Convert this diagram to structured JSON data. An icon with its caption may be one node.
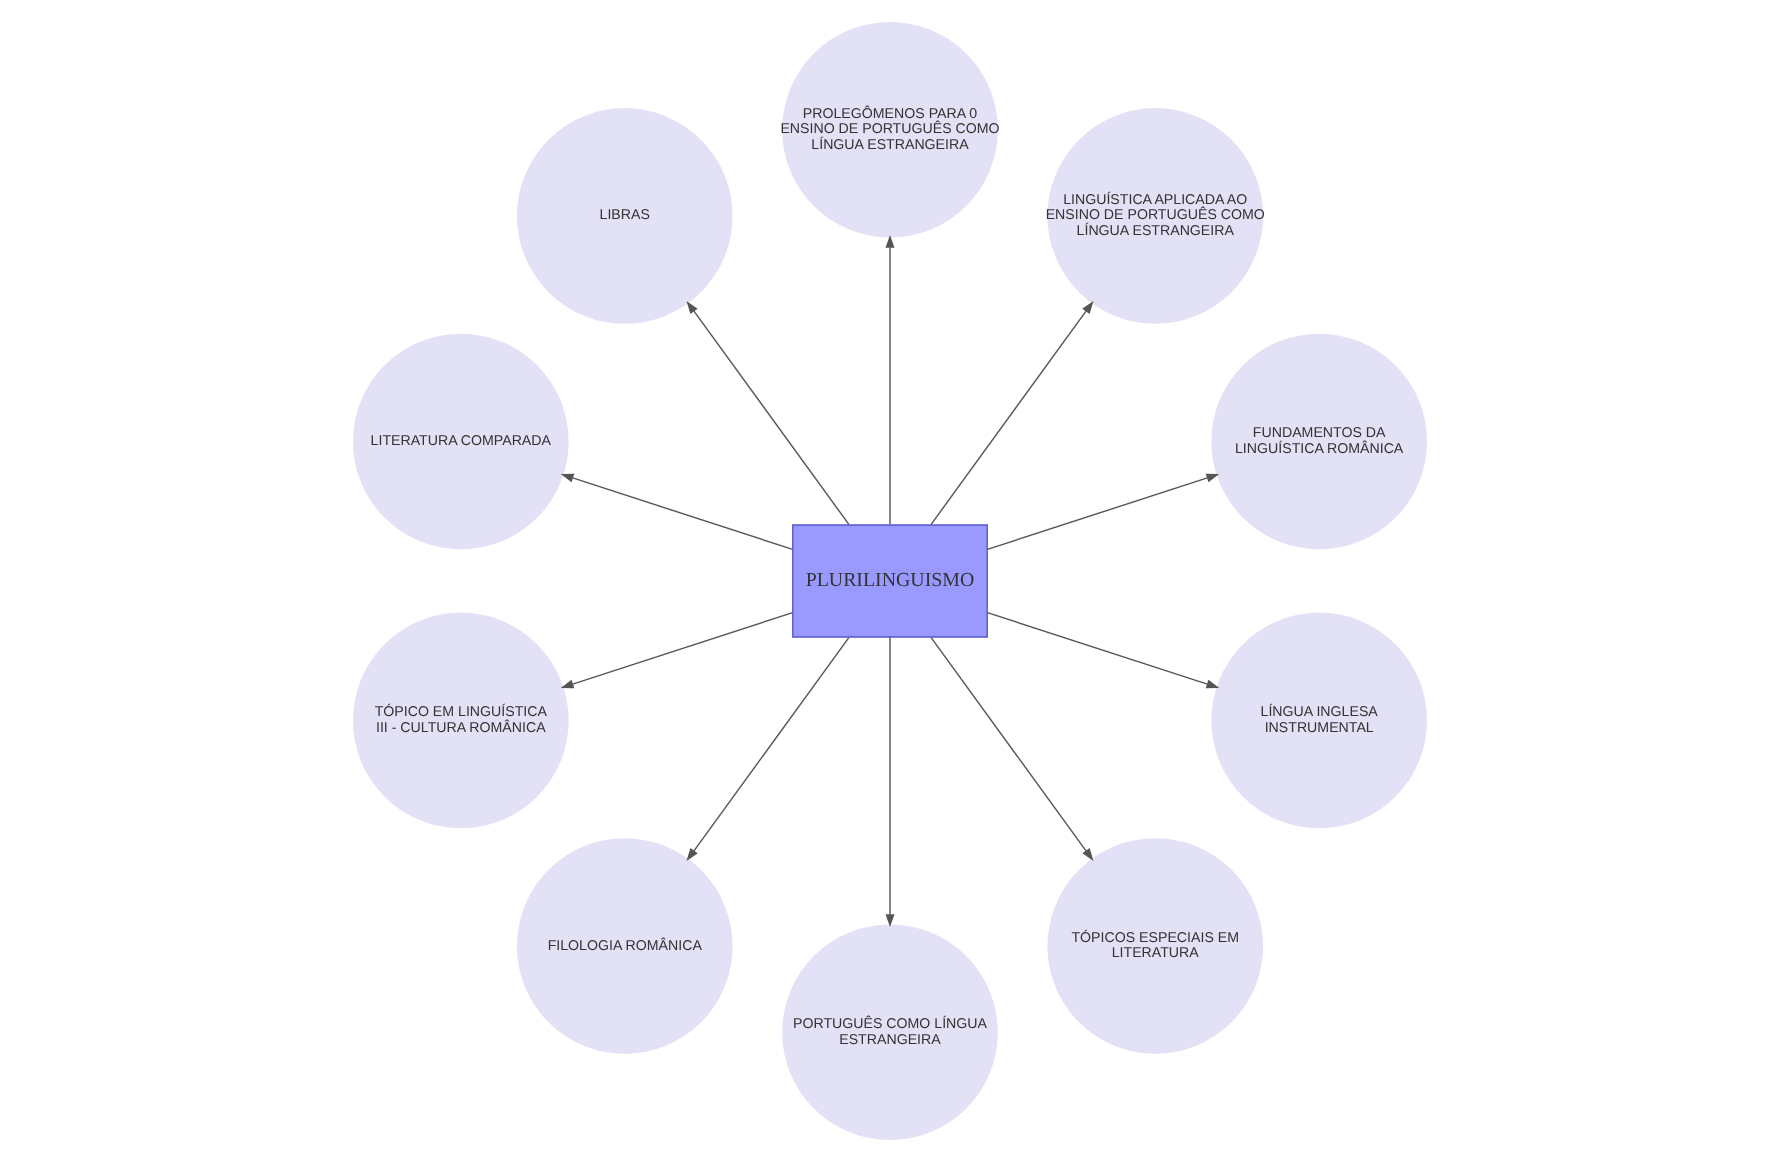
{
  "diagram": {
    "nodes": [
      {
        "text": [
          "PLURILINGUISMO"
        ]
      },
      {
        "text": [
          "FUNDAMENTOS DA LINGUÍSTICA ROMÂNICA"
        ]
      },
      {
        "text": [
          "LINGUÍSTICA APLICADA AO ENSINO DE PORTUGUÊS COMO LÍNGUA ESTRANGEIRA"
        ]
      },
      {
        "text": [
          "PROLEGÔMENOS PARA 0 ENSINO DE PORTUGUÊS COMO LÍNGUA ESTRANGEIRA"
        ]
      },
      {
        "text": [
          "LIBRAS"
        ]
      },
      {
        "text": [
          "LITERATURA COMPARADA"
        ]
      },
      {
        "text": [
          "TÓPICO EM LINGUÍSTICA III - CULTURA ROMÂNICA"
        ]
      },
      {
        "text": [
          "FILOLOGIA ROMÂNICA"
        ]
      },
      {
        "text": [
          "PORTUGUÊS COMO LÍNGUA ESTRANGEIRA"
        ]
      },
      {
        "text": [
          "TÓPICOS ESPECIAIS EM LITERATURA"
        ]
      },
      {
        "text": [
          "LÍNGUA INGLESA INSTRUMENTAL"
        ]
      }
    ],
    "edges": [
      {
        "from": 0,
        "to": 1,
        "arrow": "to"
      },
      {
        "from": 0,
        "to": 2,
        "arrow": "to"
      },
      {
        "from": 0,
        "to": 3,
        "arrow": "to"
      },
      {
        "from": 0,
        "to": 4,
        "arrow": "to"
      },
      {
        "from": 0,
        "to": 5,
        "arrow": "to"
      },
      {
        "from": 0,
        "to": 6,
        "arrow": "to"
      },
      {
        "from": 0,
        "to": 7,
        "arrow": "to"
      },
      {
        "from": 0,
        "to": 8,
        "arrow": "to"
      },
      {
        "from": 0,
        "to": 9,
        "arrow": "to"
      },
      {
        "from": 0,
        "to": 10,
        "arrow": "to"
      }
    ]
  }
}
